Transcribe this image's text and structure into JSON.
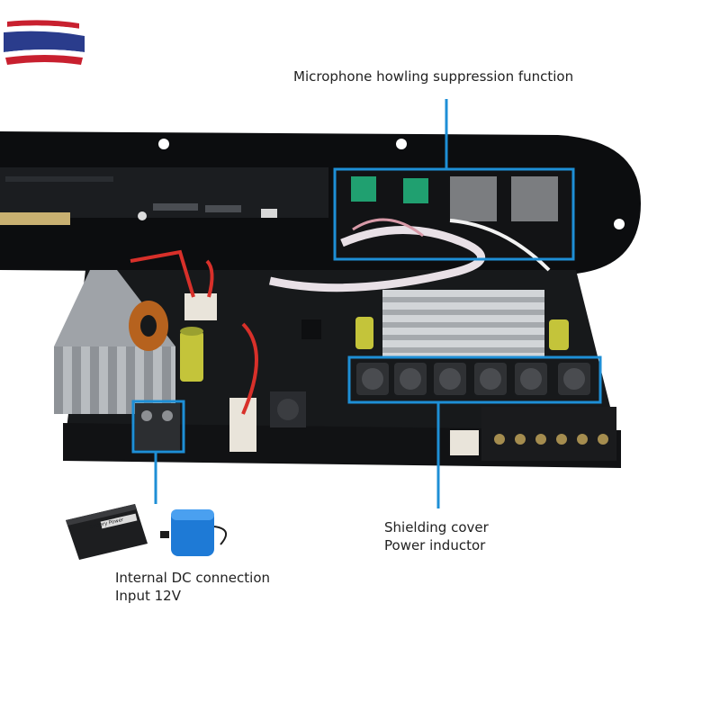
{
  "flag": {
    "stripes": [
      "#c8202f",
      "#ffffff",
      "#2a3c8c",
      "#ffffff",
      "#c8202f"
    ]
  },
  "callouts": {
    "microphone": "Microphone howling suppression function",
    "inductor_line1": "Shielding cover",
    "inductor_line2": "Power inductor",
    "dc_line1": "Internal DC connection",
    "dc_line2": "Input 12V"
  },
  "colors": {
    "highlight": "#1e8fd6",
    "board": "#17191b",
    "panel": "#0c0d0f",
    "heatsink": "#c9cccf"
  },
  "battery_label": "Battery Power"
}
